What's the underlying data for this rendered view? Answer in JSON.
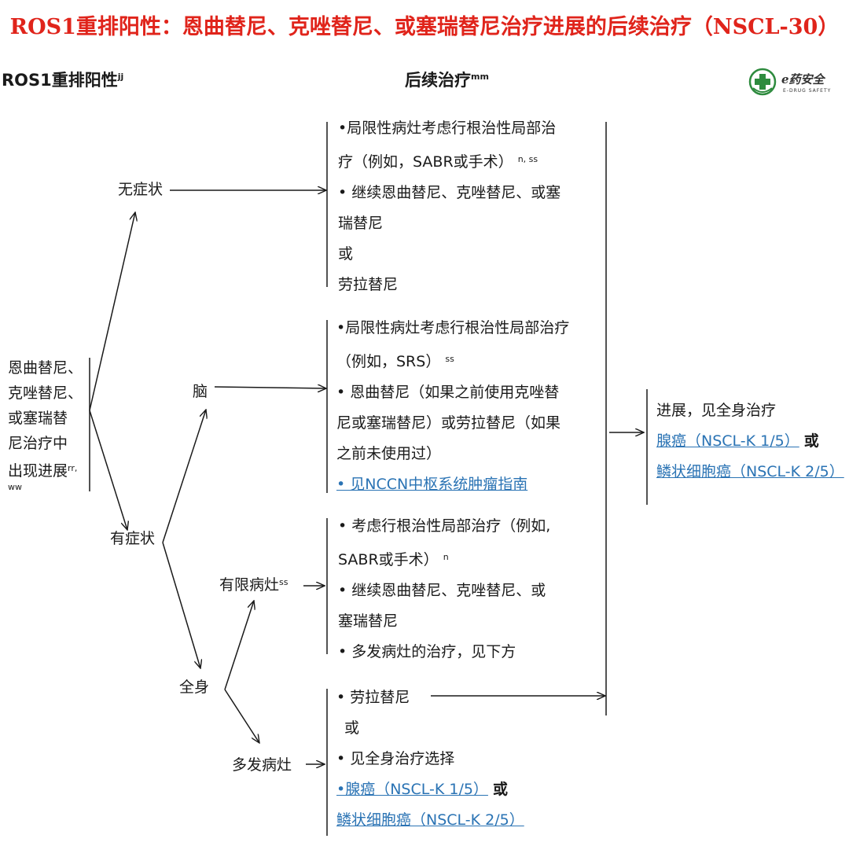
{
  "title": "ROS1重排阳性：恩曲替尼、克唑替尼、或塞瑞替尼治疗进展的后续治疗（NSCL-30）",
  "header_left": {
    "text": "ROS1重排阳性",
    "sup": "jj"
  },
  "header_center": {
    "text": "后续治疗",
    "sup": "mm"
  },
  "logo": {
    "main": "e药安全",
    "sub": "E-DRUG SAFETY"
  },
  "start_node": {
    "lines": [
      "恩曲替尼、",
      "克唑替尼、",
      "或塞瑞替",
      "尼治疗中",
      "出现进展"
    ],
    "sup": "rr,",
    "sup2": "ww"
  },
  "nodes": {
    "asymptomatic": "无症状",
    "symptomatic": "有症状",
    "brain": "脑",
    "systemic": "全身",
    "limited": {
      "text": "有限病灶",
      "sup": "ss"
    },
    "multiple": "多发病灶"
  },
  "box_asymptomatic": {
    "l1": "•局限性病灶考虑行根治性局部治",
    "l2": "疗（例如，SABR或手术）",
    "l2_sup": "n, ss",
    "l3": "• 继续恩曲替尼、克唑替尼、或塞",
    "l4": "瑞替尼",
    "l5": "或",
    "l6": "劳拉替尼"
  },
  "box_brain": {
    "l1": "•局限性病灶考虑行根治性局部治疗",
    "l2": "（例如，SRS）",
    "l2_sup": "ss",
    "l3": "• 恩曲替尼（如果之前使用克唑替",
    "l4": "尼或塞瑞替尼）或劳拉替尼（如果",
    "l5": "之前未使用过）",
    "l6_link": "• 见NCCN中枢系统肿瘤指南"
  },
  "box_limited": {
    "l1": "•  考虑行根治性局部治疗（例如,",
    "l2": "SABR或手术）",
    "l2_sup": "n",
    "l3": "• 继续恩曲替尼、克唑替尼、或",
    "l4": "塞瑞替尼",
    "l5": "• 多发病灶的治疗，见下方"
  },
  "box_multiple": {
    "l1": "• 劳拉替尼",
    "l2": "或",
    "l3": "• 见全身治疗选择",
    "l4_link": "•腺癌（NSCL-K  1/5）",
    "l4_or": "或",
    "l5_link": "鳞状细胞癌（NSCL-K  2/5）"
  },
  "box_progression": {
    "l1": "进展，见全身治疗",
    "l2_link": "腺癌（NSCL-K  1/5）",
    "l2_or": "或",
    "l3_link": "鳞状细胞癌（NSCL-K  2/5）"
  },
  "colors": {
    "title": "#e0241b",
    "link": "#2a73b4",
    "text": "#1a1a1a"
  }
}
